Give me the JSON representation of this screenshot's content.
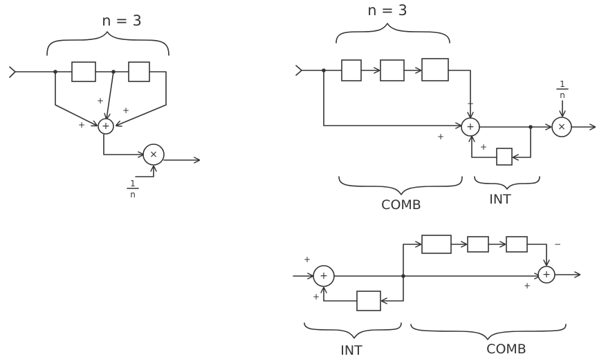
{
  "diagram_top_left": {
    "brace_label": "n = 3",
    "sum_symbol": "+",
    "mult_symbol": "×",
    "scale_num": "1",
    "scale_den": "n",
    "signs": [
      "+",
      "+",
      "+"
    ]
  },
  "diagram_top_right": {
    "brace_label": "n = 3",
    "sum_symbol": "+",
    "mult_symbol": "×",
    "scale_num": "1",
    "scale_den": "n",
    "signs": [
      "−",
      "+",
      "+"
    ],
    "comb_label": "COMB",
    "int_label": "INT"
  },
  "diagram_bottom": {
    "sum_left_symbol": "+",
    "sum_right_symbol": "+",
    "signs": [
      "+",
      "+",
      "−",
      "+"
    ],
    "int_label": "INT",
    "comb_label": "COMB"
  },
  "colors": {
    "ink": "#333333",
    "paper": "#ffffff"
  }
}
